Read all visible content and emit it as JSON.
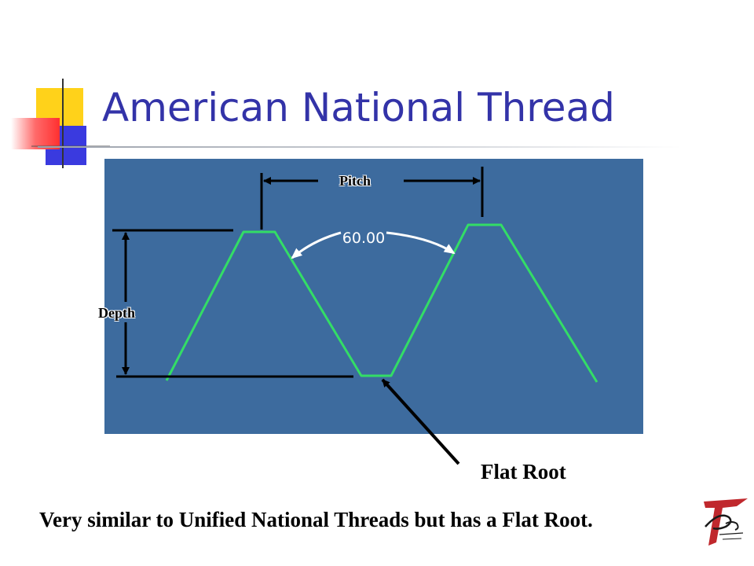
{
  "slide": {
    "title": "American National Thread",
    "caption": "Very similar to Unified National Threads but has a Flat Root."
  },
  "diagram": {
    "pitch_label": "Pitch",
    "depth_label": "Depth",
    "angle_label": "60.00",
    "root_label": "Flat Root"
  },
  "colors": {
    "title": "#3333a8",
    "panel": "#3d6b9e",
    "thread_profile": "#33dd66",
    "dimension_lines": "#000000"
  }
}
